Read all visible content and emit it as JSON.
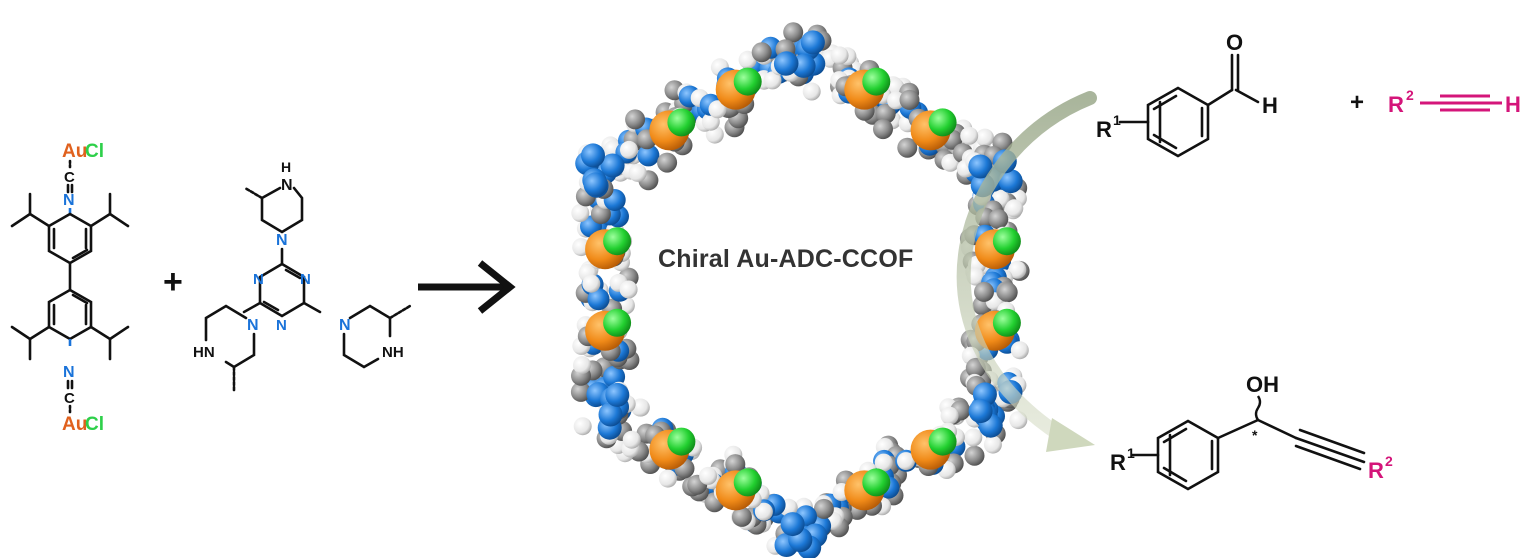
{
  "colors": {
    "gold": "#e0611e",
    "chlorine": "#2ed04a",
    "nitrogen": "#1a73d9",
    "magenta": "#d4157a",
    "bond": "#111111",
    "au_sphere": "#f28a1c",
    "cl_sphere": "#22dd33",
    "n_sphere": "#1c78d6",
    "c_sphere": "#8c8c8c",
    "h_sphere": "#eeeeee"
  },
  "reactant_1": {
    "au_top": "Au",
    "cl_top": "Cl",
    "c_top": "C",
    "n_top": "N",
    "au_bottom": "Au",
    "cl_bottom": "Cl",
    "c_bottom": "C",
    "n_bottom": "N"
  },
  "plus_1": "+",
  "reactant_2": {
    "nh_top": "N",
    "h_top": "H",
    "n_pip_top": "N",
    "triazine_n": [
      "N",
      "N",
      "N"
    ],
    "n_pip_left": "N",
    "hn_left": "HN",
    "n_pip_right": "N",
    "nh_right": "NH"
  },
  "framework_label": "Chiral Au-ADC-CCOF",
  "reaction": {
    "aldehyde_o": "O",
    "aldehyde_h": "H",
    "r1_top": "R",
    "r1_top_sup": "1",
    "plus_2": "+",
    "r2_alkyne": "R",
    "r2_alkyne_sup": "2",
    "alkyne_h": "H",
    "product_oh": "OH",
    "product_star": "*",
    "r1_bottom": "R",
    "r1_bottom_sup": "1",
    "r2_product": "R",
    "r2_product_sup": "2"
  }
}
